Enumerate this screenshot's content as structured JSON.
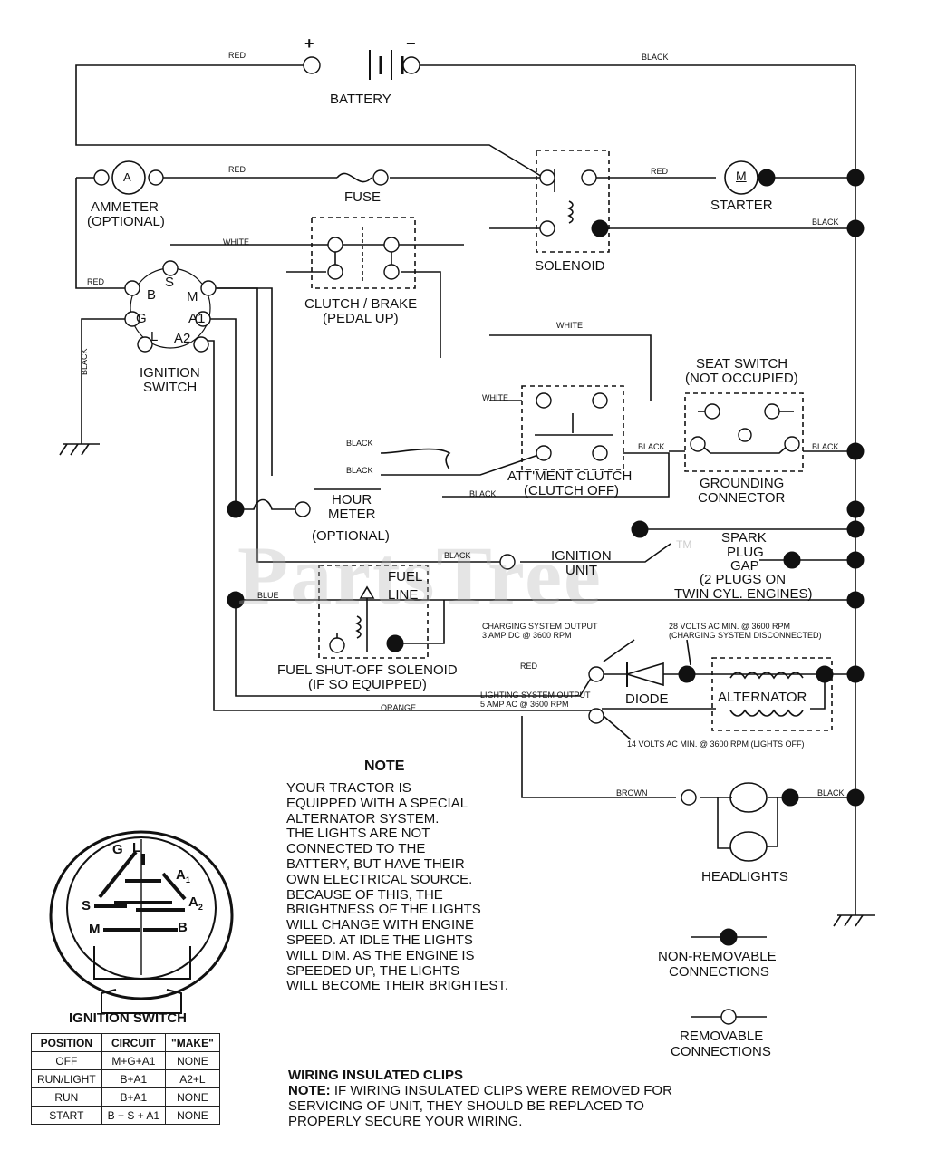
{
  "wire_colors": {
    "red_top": "RED",
    "black_top": "BLACK",
    "red_ammeter": "RED",
    "red_starter": "RED",
    "black_solenoid": "BLACK",
    "white_clutch": "WHITE",
    "red_ign": "RED",
    "black_ground": "BLACK",
    "white_att1": "WHITE",
    "white_att2": "WHITE",
    "black_att": "BLACK",
    "black_seat": "BLACK",
    "black_hm1": "BLACK",
    "black_hm2": "BLACK",
    "black_hm3": "BLACK",
    "black_ign_unit": "BLACK",
    "blue": "BLUE",
    "red_diode": "RED",
    "orange": "ORANGE",
    "brown": "BROWN",
    "black_head": "BLACK"
  },
  "components": {
    "battery": "BATTERY",
    "battery_plus": "+",
    "battery_minus": "−",
    "ammeter_symbol": "A",
    "ammeter_line1": "AMMETER",
    "ammeter_line2": "(OPTIONAL)",
    "fuse": "FUSE",
    "solenoid": "SOLENOID",
    "starter_symbol": "M",
    "starter": "STARTER",
    "clutch_line1": "CLUTCH / BRAKE",
    "clutch_line2": "(PEDAL UP)",
    "ign_switch_line1": "IGNITION",
    "ign_switch_line2": "SWITCH",
    "seat_line1": "SEAT SWITCH",
    "seat_line2": "(NOT OCCUPIED)",
    "grounding_line1": "GROUNDING",
    "grounding_line2": "CONNECTOR",
    "att_line1": "ATT'MENT CLUTCH",
    "att_line2": "(CLUTCH OFF)",
    "hour_line1": "HOUR",
    "hour_line2": "METER",
    "hour_line3": "(OPTIONAL)",
    "ign_unit_line1": "IGNITION",
    "ign_unit_line2": "UNIT",
    "spark_line1": "SPARK",
    "spark_line2": "PLUG",
    "spark_line3": "GAP",
    "spark_line4": "(2 PLUGS ON",
    "spark_line5": "TWIN CYL. ENGINES)",
    "fuel_line1": "FUEL",
    "fuel_line2": "LINE",
    "fuel_sol_line1": "FUEL SHUT-OFF SOLENOID",
    "fuel_sol_line2": "(IF SO EQUIPPED)",
    "charging_line1": "CHARGING SYSTEM OUTPUT",
    "charging_line2": "3 AMP DC @ 3600 RPM",
    "volts28_line1": "28 VOLTS AC MIN. @ 3600 RPM",
    "volts28_line2": "(CHARGING SYSTEM DISCONNECTED)",
    "lighting_line1": "LIGHTING SYSTEM OUTPUT",
    "lighting_line2": "5 AMP AC @ 3600 RPM",
    "volts14": "14 VOLTS AC MIN. @ 3600 RPM (LIGHTS OFF)",
    "diode": "DIODE",
    "alternator": "ALTERNATOR",
    "headlights": "HEADLIGHTS"
  },
  "switch_terminals": {
    "B": "B",
    "S": "S",
    "M": "M",
    "G": "G",
    "A1": "A1",
    "A2": "A2",
    "L": "L"
  },
  "switch_face": {
    "G": "G",
    "L": "L",
    "A1": "A",
    "A1_sub": "1",
    "A2": "A",
    "A2_sub": "2",
    "S": "S",
    "M": "M",
    "B": "B"
  },
  "note": {
    "title": "NOTE",
    "lines": [
      "YOUR TRACTOR IS",
      "EQUIPPED WITH A SPECIAL",
      "ALTERNATOR SYSTEM.",
      "THE LIGHTS ARE NOT",
      "CONNECTED TO THE",
      "BATTERY, BUT HAVE THEIR",
      "OWN ELECTRICAL SOURCE.",
      "BECAUSE OF THIS, THE",
      "BRIGHTNESS OF THE LIGHTS",
      "WILL CHANGE WITH ENGINE",
      "SPEED.  AT IDLE THE LIGHTS",
      "WILL DIM.  AS THE ENGINE IS",
      "SPEEDED UP, THE LIGHTS",
      "WILL BECOME THEIR BRIGHTEST."
    ]
  },
  "legend": {
    "nonremovable_line1": "NON-REMOVABLE",
    "nonremovable_line2": "CONNECTIONS",
    "removable_line1": "REMOVABLE",
    "removable_line2": "CONNECTIONS"
  },
  "ignition_table": {
    "title": "IGNITION SWITCH",
    "headers": [
      "POSITION",
      "CIRCUIT",
      "\"MAKE\""
    ],
    "rows": [
      [
        "OFF",
        "M+G+A1",
        "NONE"
      ],
      [
        "RUN/LIGHT",
        "B+A1",
        "A2+L"
      ],
      [
        "RUN",
        "B+A1",
        "NONE"
      ],
      [
        "START",
        "B + S + A1",
        "NONE"
      ]
    ]
  },
  "clips": {
    "title": "WIRING INSULATED CLIPS",
    "note_label": "NOTE:",
    "line1": " IF WIRING INSULATED CLIPS WERE REMOVED FOR",
    "line2": "SERVICING OF UNIT, THEY SHOULD BE REPLACED TO",
    "line3": "PROPERLY SECURE YOUR WIRING."
  },
  "watermark": "PartsTree",
  "watermark_tm": "TM"
}
